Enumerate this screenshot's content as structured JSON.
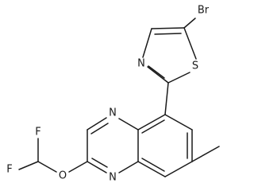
{
  "molecule": {
    "atoms": {
      "br": "Br",
      "s": "S",
      "n_thiazole": "N",
      "n_top": "N",
      "n_bottom": "N",
      "o": "O",
      "f_top": "F",
      "f_bottom": "F"
    }
  }
}
